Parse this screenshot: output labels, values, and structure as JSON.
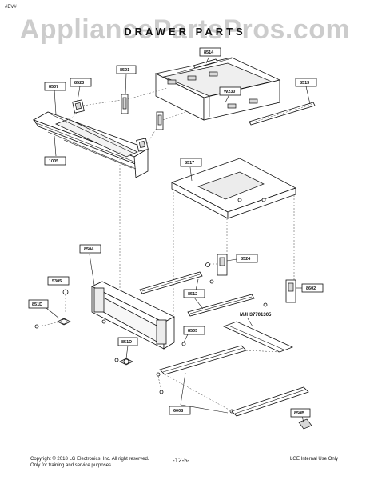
{
  "header": {
    "corner_code": "#EV#",
    "watermark": "AppliancePartsPros.com",
    "title": "DRAWER PARTS"
  },
  "callouts": {
    "c_8507": "8507",
    "c_8523": "8523",
    "c_8501": "8501",
    "c_8514": "8514",
    "c_8513": "8513",
    "c_w230": "W230",
    "c_1005": "1005",
    "c_8517": "8517",
    "c_8504": "8504",
    "c_8524": "8524",
    "c_5305": "5305",
    "c_8512": "8512",
    "c_8602": "8602",
    "c_851d_left": "851D",
    "c_8505": "8505",
    "c_851d_bottom": "851D",
    "c_6008": "6008",
    "c_850b": "850B"
  },
  "part_number_label": "MJH37701305",
  "footer": {
    "copyright_line1": "Copyright © 2018 LG Electronics. Inc. All right reserved.",
    "copyright_line2": "Only for training and service purposes",
    "page_number": "-12-5-",
    "internal_use": "LGE Internal Use Only"
  }
}
